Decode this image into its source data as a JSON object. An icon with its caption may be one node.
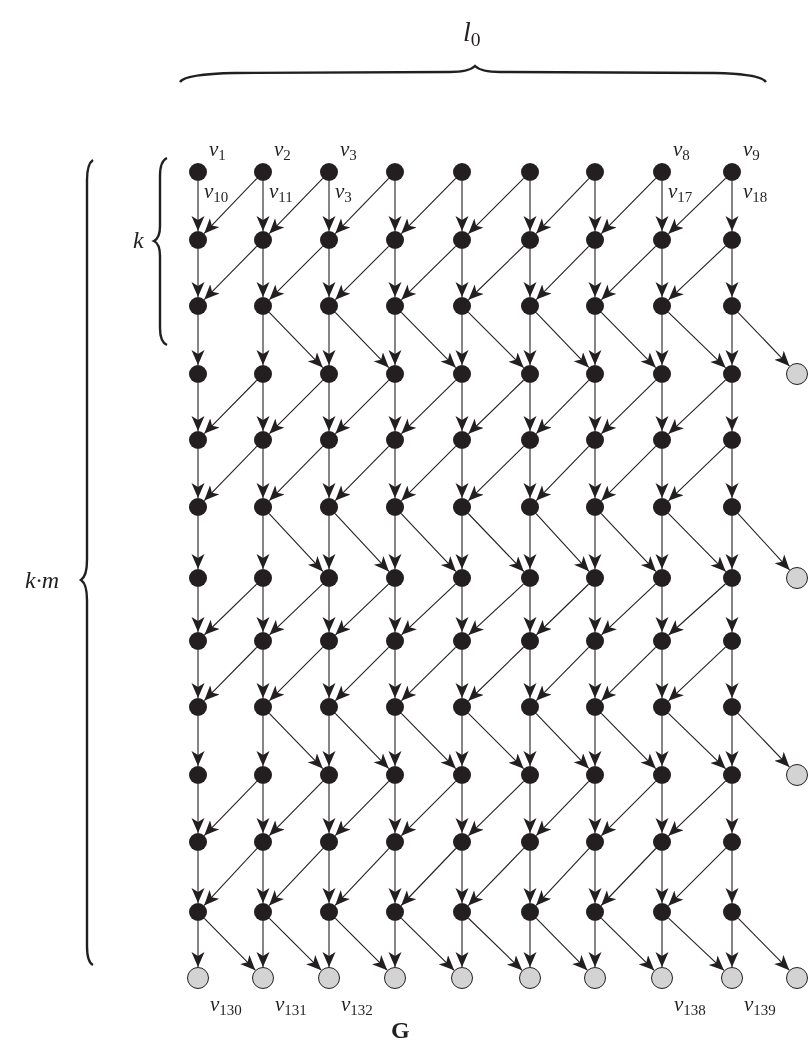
{
  "diagram": {
    "nodes": [
      {
        "text": [],
        "shape": "circle",
        "beside": [
          "v$_{1}$"
        ]
      },
      {
        "text": [],
        "shape": "circle",
        "beside": [
          "v$_{2}$"
        ]
      },
      {
        "text": [],
        "shape": "circle",
        "beside": [
          "v$_{3}$"
        ]
      },
      {
        "text": [],
        "shape": "circle"
      },
      {
        "text": [],
        "shape": "circle"
      },
      {
        "text": [],
        "shape": "circle"
      },
      {
        "text": [],
        "shape": "circle"
      },
      {
        "text": [],
        "shape": "circle",
        "beside": [
          "v$_{8}$"
        ]
      },
      {
        "text": [],
        "shape": "circle",
        "beside": [
          "v$_{9}$"
        ]
      },
      {
        "text": [],
        "shape": "circle"
      },
      {
        "text": [],
        "shape": "circle"
      },
      {
        "text": [],
        "shape": "circle"
      },
      {
        "text": [],
        "shape": "circle"
      },
      {
        "text": [],
        "shape": "circle"
      },
      {
        "text": [],
        "shape": "circle"
      },
      {
        "text": [],
        "shape": "circle"
      },
      {
        "text": [],
        "shape": "circle"
      },
      {
        "text": [],
        "shape": "circle"
      },
      {
        "text": [],
        "shape": "circle"
      },
      {
        "text": [],
        "shape": "circle"
      },
      {
        "text": [],
        "shape": "circle"
      },
      {
        "text": [],
        "shape": "circle"
      },
      {
        "text": [],
        "shape": "circle"
      },
      {
        "text": [],
        "shape": "circle"
      },
      {
        "text": [],
        "shape": "circle"
      },
      {
        "text": [],
        "shape": "circle"
      },
      {
        "text": [],
        "shape": "circle"
      },
      {
        "text": [],
        "shape": "circle"
      },
      {
        "text": [],
        "shape": "circle"
      },
      {
        "text": [],
        "shape": "circle"
      },
      {
        "text": [],
        "shape": "circle"
      },
      {
        "text": [],
        "shape": "circle"
      },
      {
        "text": [],
        "shape": "circle"
      },
      {
        "text": [],
        "shape": "circle"
      },
      {
        "text": [],
        "shape": "circle"
      },
      {
        "text": [],
        "shape": "circle"
      },
      {
        "text": [],
        "shape": "circle"
      },
      {
        "text": [],
        "shape": "circle"
      },
      {
        "text": [],
        "shape": "circle"
      },
      {
        "text": [],
        "shape": "circle"
      },
      {
        "text": [],
        "shape": "circle"
      },
      {
        "text": [],
        "shape": "circle"
      },
      {
        "text": [],
        "shape": "circle"
      },
      {
        "text": [],
        "shape": "circle"
      },
      {
        "text": [],
        "shape": "circle"
      },
      {
        "text": [],
        "shape": "circle"
      },
      {
        "text": [],
        "shape": "circle"
      },
      {
        "text": [],
        "shape": "circle"
      },
      {
        "text": [],
        "shape": "circle"
      },
      {
        "text": [],
        "shape": "circle"
      },
      {
        "text": [],
        "shape": "circle"
      },
      {
        "text": [],
        "shape": "circle"
      },
      {
        "text": [],
        "shape": "circle"
      },
      {
        "text": [],
        "shape": "circle"
      },
      {
        "text": [],
        "shape": "circle"
      },
      {
        "text": [],
        "shape": "circle"
      },
      {
        "text": [],
        "shape": "circle"
      },
      {
        "text": [],
        "shape": "circle"
      },
      {
        "text": [],
        "shape": "circle"
      },
      {
        "text": [],
        "shape": "circle"
      },
      {
        "text": [],
        "shape": "circle"
      },
      {
        "text": [],
        "shape": "circle"
      },
      {
        "text": [],
        "shape": "circle"
      },
      {
        "text": [],
        "shape": "circle"
      },
      {
        "text": [],
        "shape": "circle"
      },
      {
        "text": [],
        "shape": "circle"
      },
      {
        "text": [],
        "shape": "circle"
      },
      {
        "text": [],
        "shape": "circle"
      },
      {
        "text": [],
        "shape": "circle"
      },
      {
        "text": [],
        "shape": "circle"
      },
      {
        "text": [],
        "shape": "circle"
      },
      {
        "text": [],
        "shape": "circle"
      },
      {
        "text": [],
        "shape": "circle"
      },
      {
        "text": [],
        "shape": "circle"
      },
      {
        "text": [],
        "shape": "circle"
      },
      {
        "text": [],
        "shape": "circle"
      },
      {
        "text": [],
        "shape": "circle"
      },
      {
        "text": [],
        "shape": "circle"
      },
      {
        "text": [],
        "shape": "circle"
      },
      {
        "text": [],
        "shape": "circle"
      },
      {
        "text": [],
        "shape": "circle"
      },
      {
        "text": [],
        "shape": "circle"
      },
      {
        "text": [],
        "shape": "circle"
      },
      {
        "text": [],
        "shape": "circle"
      },
      {
        "text": [],
        "shape": "circle"
      },
      {
        "text": [],
        "shape": "circle"
      },
      {
        "text": [],
        "shape": "circle"
      },
      {
        "text": [],
        "shape": "circle"
      },
      {
        "text": [],
        "shape": "circle"
      },
      {
        "text": [],
        "shape": "circle"
      },
      {
        "text": [],
        "shape": "circle"
      },
      {
        "text": [],
        "shape": "circle"
      },
      {
        "text": [],
        "shape": "circle"
      },
      {
        "text": [],
        "shape": "circle"
      },
      {
        "text": [],
        "shape": "circle"
      },
      {
        "text": [],
        "shape": "circle"
      },
      {
        "text": [],
        "shape": "circle"
      },
      {
        "text": [],
        "shape": "circle"
      },
      {
        "text": [],
        "shape": "circle"
      },
      {
        "text": [],
        "shape": "circle"
      },
      {
        "text": [],
        "shape": "circle"
      },
      {
        "text": [],
        "shape": "circle"
      },
      {
        "text": [],
        "shape": "circle"
      },
      {
        "text": [],
        "shape": "circle"
      },
      {
        "text": [],
        "shape": "circle"
      },
      {
        "text": [],
        "shape": "circle"
      },
      {
        "text": [],
        "shape": "circle"
      },
      {
        "text": [],
        "shape": "circle"
      },
      {
        "text": [],
        "shape": "circle"
      },
      {
        "text": [],
        "shape": "circle"
      },
      {
        "text": [],
        "shape": "circle"
      },
      {
        "text": [],
        "shape": "circle",
        "beside": [
          "v$_{130}$"
        ]
      },
      {
        "text": [],
        "shape": "circle",
        "beside": [
          "v$_{131}$"
        ]
      },
      {
        "text": [],
        "shape": "circle",
        "beside": [
          "v$_{132}$"
        ]
      },
      {
        "text": [],
        "shape": "circle"
      },
      {
        "text": [],
        "shape": "circle"
      },
      {
        "text": [],
        "shape": "circle"
      },
      {
        "text": [],
        "shape": "circle"
      },
      {
        "text": [],
        "shape": "circle",
        "beside": [
          "v$_{138}$"
        ]
      },
      {
        "text": [],
        "shape": "circle",
        "beside": [
          "v$_{139}$"
        ]
      },
      {
        "text": [],
        "shape": "circle"
      }
    ],
    "edges": [
      {
        "from": 0,
        "to": 9,
        "arrow": "to"
      },
      {
        "from": 1,
        "to": 10,
        "arrow": "to"
      },
      {
        "from": 1,
        "to": 9,
        "arrow": "to"
      },
      {
        "from": 2,
        "to": 11,
        "arrow": "to"
      },
      {
        "from": 2,
        "to": 10,
        "arrow": "to"
      },
      {
        "from": 3,
        "to": 12,
        "arrow": "to"
      },
      {
        "from": 3,
        "to": 11,
        "arrow": "to"
      },
      {
        "from": 4,
        "to": 13,
        "arrow": "to"
      },
      {
        "from": 4,
        "to": 12,
        "arrow": "to"
      },
      {
        "from": 5,
        "to": 14,
        "arrow": "to"
      },
      {
        "from": 5,
        "to": 13,
        "arrow": "to"
      },
      {
        "from": 6,
        "to": 15,
        "arrow": "to"
      },
      {
        "from": 6,
        "to": 14,
        "arrow": "to"
      },
      {
        "from": 7,
        "to": 16,
        "arrow": "to"
      },
      {
        "from": 7,
        "to": 15,
        "arrow": "to"
      },
      {
        "from": 8,
        "to": 17,
        "arrow": "to"
      },
      {
        "from": 8,
        "to": 16,
        "arrow": "to"
      },
      {
        "from": 9,
        "to": 18,
        "arrow": "to"
      },
      {
        "from": 10,
        "to": 19,
        "arrow": "to"
      },
      {
        "from": 10,
        "to": 18,
        "arrow": "to"
      },
      {
        "from": 11,
        "to": 20,
        "arrow": "to"
      },
      {
        "from": 11,
        "to": 19,
        "arrow": "to"
      },
      {
        "from": 12,
        "to": 21,
        "arrow": "to"
      },
      {
        "from": 12,
        "to": 20,
        "arrow": "to"
      },
      {
        "from": 13,
        "to": 22,
        "arrow": "to"
      },
      {
        "from": 13,
        "to": 21,
        "arrow": "to"
      },
      {
        "from": 14,
        "to": 23,
        "arrow": "to"
      },
      {
        "from": 14,
        "to": 22,
        "arrow": "to"
      },
      {
        "from": 15,
        "to": 24,
        "arrow": "to"
      },
      {
        "from": 15,
        "to": 23,
        "arrow": "to"
      },
      {
        "from": 16,
        "to": 25,
        "arrow": "to"
      },
      {
        "from": 16,
        "to": 24,
        "arrow": "to"
      },
      {
        "from": 17,
        "to": 26,
        "arrow": "to"
      },
      {
        "from": 17,
        "to": 25,
        "arrow": "to"
      },
      {
        "from": 18,
        "to": 27,
        "arrow": "to"
      },
      {
        "from": 19,
        "to": 28,
        "arrow": "to"
      },
      {
        "from": 19,
        "to": 29,
        "arrow": "to"
      },
      {
        "from": 20,
        "to": 29,
        "arrow": "to"
      },
      {
        "from": 20,
        "to": 30,
        "arrow": "to"
      },
      {
        "from": 21,
        "to": 30,
        "arrow": "to"
      },
      {
        "from": 21,
        "to": 31,
        "arrow": "to"
      },
      {
        "from": 22,
        "to": 31,
        "arrow": "to"
      },
      {
        "from": 22,
        "to": 32,
        "arrow": "to"
      },
      {
        "from": 23,
        "to": 32,
        "arrow": "to"
      },
      {
        "from": 23,
        "to": 33,
        "arrow": "to"
      },
      {
        "from": 24,
        "to": 33,
        "arrow": "to"
      },
      {
        "from": 24,
        "to": 34,
        "arrow": "to"
      },
      {
        "from": 25,
        "to": 34,
        "arrow": "to"
      },
      {
        "from": 25,
        "to": 35,
        "arrow": "to"
      },
      {
        "from": 26,
        "to": 35,
        "arrow": "to"
      },
      {
        "from": 26,
        "to": 36,
        "arrow": "to"
      },
      {
        "from": 27,
        "to": 37,
        "arrow": "to"
      },
      {
        "from": 28,
        "to": 38,
        "arrow": "to"
      },
      {
        "from": 28,
        "to": 37,
        "arrow": "to"
      },
      {
        "from": 29,
        "to": 39,
        "arrow": "to"
      },
      {
        "from": 29,
        "to": 38,
        "arrow": "to"
      },
      {
        "from": 30,
        "to": 40,
        "arrow": "to"
      },
      {
        "from": 30,
        "to": 39,
        "arrow": "to"
      },
      {
        "from": 31,
        "to": 41,
        "arrow": "to"
      },
      {
        "from": 31,
        "to": 40,
        "arrow": "to"
      },
      {
        "from": 32,
        "to": 42,
        "arrow": "to"
      },
      {
        "from": 32,
        "to": 41,
        "arrow": "to"
      },
      {
        "from": 33,
        "to": 43,
        "arrow": "to"
      },
      {
        "from": 33,
        "to": 42,
        "arrow": "to"
      },
      {
        "from": 34,
        "to": 44,
        "arrow": "to"
      },
      {
        "from": 34,
        "to": 43,
        "arrow": "to"
      },
      {
        "from": 35,
        "to": 45,
        "arrow": "to"
      },
      {
        "from": 35,
        "to": 44,
        "arrow": "to"
      },
      {
        "from": 37,
        "to": 46,
        "arrow": "to"
      },
      {
        "from": 38,
        "to": 47,
        "arrow": "to"
      },
      {
        "from": 38,
        "to": 46,
        "arrow": "to"
      },
      {
        "from": 39,
        "to": 48,
        "arrow": "to"
      },
      {
        "from": 39,
        "to": 47,
        "arrow": "to"
      },
      {
        "from": 40,
        "to": 49,
        "arrow": "to"
      },
      {
        "from": 40,
        "to": 48,
        "arrow": "to"
      },
      {
        "from": 41,
        "to": 50,
        "arrow": "to"
      },
      {
        "from": 41,
        "to": 49,
        "arrow": "to"
      },
      {
        "from": 42,
        "to": 51,
        "arrow": "to"
      },
      {
        "from": 42,
        "to": 50,
        "arrow": "to"
      },
      {
        "from": 43,
        "to": 52,
        "arrow": "to"
      },
      {
        "from": 43,
        "to": 51,
        "arrow": "to"
      },
      {
        "from": 44,
        "to": 53,
        "arrow": "to"
      },
      {
        "from": 44,
        "to": 52,
        "arrow": "to"
      },
      {
        "from": 45,
        "to": 54,
        "arrow": "to"
      },
      {
        "from": 45,
        "to": 53,
        "arrow": "to"
      },
      {
        "from": 46,
        "to": 55,
        "arrow": "to"
      },
      {
        "from": 47,
        "to": 56,
        "arrow": "to"
      },
      {
        "from": 47,
        "to": 57,
        "arrow": "to"
      },
      {
        "from": 48,
        "to": 57,
        "arrow": "to"
      },
      {
        "from": 48,
        "to": 58,
        "arrow": "to"
      },
      {
        "from": 49,
        "to": 58,
        "arrow": "to"
      },
      {
        "from": 49,
        "to": 59,
        "arrow": "to"
      },
      {
        "from": 50,
        "to": 59,
        "arrow": "to"
      },
      {
        "from": 50,
        "to": 60,
        "arrow": "to"
      },
      {
        "from": 51,
        "to": 60,
        "arrow": "to"
      },
      {
        "from": 51,
        "to": 61,
        "arrow": "to"
      },
      {
        "from": 52,
        "to": 61,
        "arrow": "to"
      },
      {
        "from": 52,
        "to": 62,
        "arrow": "to"
      },
      {
        "from": 53,
        "to": 62,
        "arrow": "to"
      },
      {
        "from": 53,
        "to": 63,
        "arrow": "to"
      },
      {
        "from": 54,
        "to": 63,
        "arrow": "to"
      },
      {
        "from": 54,
        "to": 64,
        "arrow": "to"
      },
      {
        "from": 55,
        "to": 65,
        "arrow": "to"
      },
      {
        "from": 56,
        "to": 66,
        "arrow": "to"
      },
      {
        "from": 56,
        "to": 65,
        "arrow": "to"
      },
      {
        "from": 57,
        "to": 67,
        "arrow": "to"
      },
      {
        "from": 57,
        "to": 66,
        "arrow": "to"
      },
      {
        "from": 58,
        "to": 68,
        "arrow": "to"
      },
      {
        "from": 58,
        "to": 67,
        "arrow": "to"
      },
      {
        "from": 59,
        "to": 69,
        "arrow": "to"
      },
      {
        "from": 59,
        "to": 68,
        "arrow": "to"
      },
      {
        "from": 60,
        "to": 70,
        "arrow": "to"
      },
      {
        "from": 60,
        "to": 69,
        "arrow": "to"
      },
      {
        "from": 61,
        "to": 71,
        "arrow": "to"
      },
      {
        "from": 61,
        "to": 70,
        "arrow": "to"
      },
      {
        "from": 62,
        "to": 72,
        "arrow": "to"
      },
      {
        "from": 62,
        "to": 71,
        "arrow": "to"
      },
      {
        "from": 63,
        "to": 73,
        "arrow": "to"
      },
      {
        "from": 63,
        "to": 72,
        "arrow": "to"
      },
      {
        "from": 65,
        "to": 74,
        "arrow": "to"
      },
      {
        "from": 66,
        "to": 75,
        "arrow": "to"
      },
      {
        "from": 66,
        "to": 74,
        "arrow": "to"
      },
      {
        "from": 67,
        "to": 76,
        "arrow": "to"
      },
      {
        "from": 67,
        "to": 75,
        "arrow": "to"
      },
      {
        "from": 68,
        "to": 77,
        "arrow": "to"
      },
      {
        "from": 68,
        "to": 76,
        "arrow": "to"
      },
      {
        "from": 69,
        "to": 78,
        "arrow": "to"
      },
      {
        "from": 69,
        "to": 77,
        "arrow": "to"
      },
      {
        "from": 70,
        "to": 79,
        "arrow": "to"
      },
      {
        "from": 70,
        "to": 78,
        "arrow": "to"
      },
      {
        "from": 71,
        "to": 80,
        "arrow": "to"
      },
      {
        "from": 71,
        "to": 79,
        "arrow": "to"
      },
      {
        "from": 72,
        "to": 81,
        "arrow": "to"
      },
      {
        "from": 72,
        "to": 80,
        "arrow": "to"
      },
      {
        "from": 73,
        "to": 82,
        "arrow": "to"
      },
      {
        "from": 73,
        "to": 81,
        "arrow": "to"
      },
      {
        "from": 74,
        "to": 83,
        "arrow": "to"
      },
      {
        "from": 75,
        "to": 84,
        "arrow": "to"
      },
      {
        "from": 75,
        "to": 85,
        "arrow": "to"
      },
      {
        "from": 76,
        "to": 85,
        "arrow": "to"
      },
      {
        "from": 76,
        "to": 86,
        "arrow": "to"
      },
      {
        "from": 77,
        "to": 86,
        "arrow": "to"
      },
      {
        "from": 77,
        "to": 87,
        "arrow": "to"
      },
      {
        "from": 78,
        "to": 87,
        "arrow": "to"
      },
      {
        "from": 78,
        "to": 88,
        "arrow": "to"
      },
      {
        "from": 79,
        "to": 88,
        "arrow": "to"
      },
      {
        "from": 79,
        "to": 89,
        "arrow": "to"
      },
      {
        "from": 80,
        "to": 89,
        "arrow": "to"
      },
      {
        "from": 80,
        "to": 90,
        "arrow": "to"
      },
      {
        "from": 81,
        "to": 90,
        "arrow": "to"
      },
      {
        "from": 81,
        "to": 91,
        "arrow": "to"
      },
      {
        "from": 82,
        "to": 91,
        "arrow": "to"
      },
      {
        "from": 82,
        "to": 92,
        "arrow": "to"
      },
      {
        "from": 83,
        "to": 93,
        "arrow": "to"
      },
      {
        "from": 84,
        "to": 94,
        "arrow": "to"
      },
      {
        "from": 84,
        "to": 93,
        "arrow": "to"
      },
      {
        "from": 85,
        "to": 95,
        "arrow": "to"
      },
      {
        "from": 85,
        "to": 94,
        "arrow": "to"
      },
      {
        "from": 86,
        "to": 96,
        "arrow": "to"
      },
      {
        "from": 86,
        "to": 95,
        "arrow": "to"
      },
      {
        "from": 87,
        "to": 97,
        "arrow": "to"
      },
      {
        "from": 87,
        "to": 96,
        "arrow": "to"
      },
      {
        "from": 88,
        "to": 98,
        "arrow": "to"
      },
      {
        "from": 88,
        "to": 97,
        "arrow": "to"
      },
      {
        "from": 89,
        "to": 99,
        "arrow": "to"
      },
      {
        "from": 89,
        "to": 98,
        "arrow": "to"
      },
      {
        "from": 90,
        "to": 100,
        "arrow": "to"
      },
      {
        "from": 90,
        "to": 99,
        "arrow": "to"
      },
      {
        "from": 91,
        "to": 101,
        "arrow": "to"
      },
      {
        "from": 91,
        "to": 100,
        "arrow": "to"
      },
      {
        "from": 93,
        "to": 102,
        "arrow": "to"
      },
      {
        "from": 94,
        "to": 103,
        "arrow": "to"
      },
      {
        "from": 94,
        "to": 102,
        "arrow": "to"
      },
      {
        "from": 95,
        "to": 104,
        "arrow": "to"
      },
      {
        "from": 95,
        "to": 103,
        "arrow": "to"
      },
      {
        "from": 96,
        "to": 105,
        "arrow": "to"
      },
      {
        "from": 96,
        "to": 104,
        "arrow": "to"
      },
      {
        "from": 97,
        "to": 106,
        "arrow": "to"
      },
      {
        "from": 97,
        "to": 105,
        "arrow": "to"
      },
      {
        "from": 98,
        "to": 107,
        "arrow": "to"
      },
      {
        "from": 98,
        "to": 106,
        "arrow": "to"
      },
      {
        "from": 99,
        "to": 108,
        "arrow": "to"
      },
      {
        "from": 99,
        "to": 107,
        "arrow": "to"
      },
      {
        "from": 100,
        "to": 109,
        "arrow": "to"
      },
      {
        "from": 100,
        "to": 108,
        "arrow": "to"
      },
      {
        "from": 101,
        "to": 110,
        "arrow": "to"
      },
      {
        "from": 101,
        "to": 109,
        "arrow": "to"
      },
      {
        "from": 102,
        "to": 111,
        "arrow": "to"
      },
      {
        "from": 102,
        "to": 112,
        "arrow": "to"
      },
      {
        "from": 103,
        "to": 112,
        "arrow": "to"
      },
      {
        "from": 103,
        "to": 113,
        "arrow": "to"
      },
      {
        "from": 104,
        "to": 113,
        "arrow": "to"
      },
      {
        "from": 104,
        "to": 114,
        "arrow": "to"
      },
      {
        "from": 105,
        "to": 114,
        "arrow": "to"
      },
      {
        "from": 105,
        "to": 115,
        "arrow": "to"
      },
      {
        "from": 106,
        "to": 115,
        "arrow": "to"
      },
      {
        "from": 106,
        "to": 116,
        "arrow": "to"
      },
      {
        "from": 107,
        "to": 116,
        "arrow": "to"
      },
      {
        "from": 107,
        "to": 117,
        "arrow": "to"
      },
      {
        "from": 108,
        "to": 117,
        "arrow": "to"
      },
      {
        "from": 108,
        "to": 118,
        "arrow": "to"
      },
      {
        "from": 109,
        "to": 118,
        "arrow": "to"
      },
      {
        "from": 109,
        "to": 119,
        "arrow": "to"
      },
      {
        "from": 110,
        "to": 119,
        "arrow": "to"
      },
      {
        "from": 110,
        "to": 120,
        "arrow": "to"
      }
    ],
    "labels": [
      "l$_{0}$",
      "v$_{10}$",
      "v$_{11}$",
      "v$_{3}$",
      "v$_{17}$",
      "v$_{18}$",
      "k",
      "k·m",
      "G"
    ]
  }
}
